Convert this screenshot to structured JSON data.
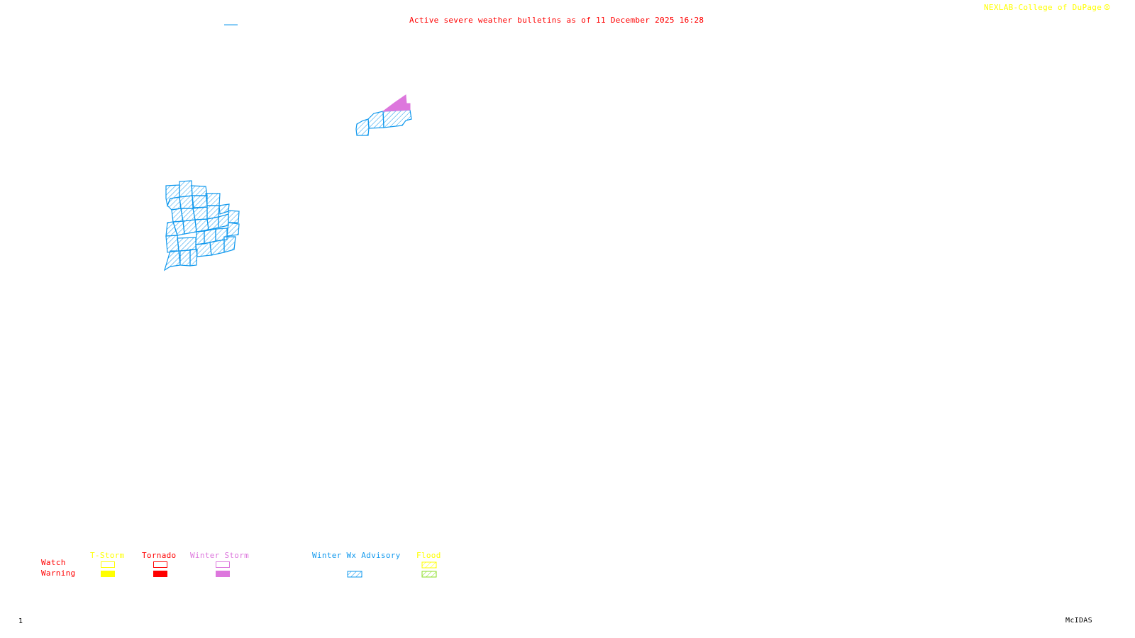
{
  "header": {
    "title": "Active severe weather bulletins as of 11 December 2025 16:28",
    "credit": "NEXLAB-College of DuPage",
    "credit_icon": "nexlab-logo-icon"
  },
  "footer": {
    "frame_number": "1",
    "software": "McIDAS"
  },
  "colors": {
    "title": "#ff0000",
    "credit": "#ffff00",
    "tstorm": "#ffff00",
    "tornado": "#ff0000",
    "winter_storm": "#dd77dd",
    "winter_wx_advisory": "#1199ee",
    "flood_watch": "#ffff00",
    "flood_warning": "#88dd22"
  },
  "map": {
    "regions": [
      {
        "name": "northern-group",
        "type": "Winter Wx Advisory"
      },
      {
        "name": "northern-group-tip",
        "type": "Winter Storm Warning"
      },
      {
        "name": "western-state-counties",
        "type": "Winter Wx Advisory"
      }
    ]
  },
  "legend": {
    "rows": [
      "Watch",
      "Warning"
    ],
    "categories": [
      {
        "label": "T-Storm",
        "watch": "outline",
        "warning": "solid"
      },
      {
        "label": "Tornado",
        "watch": "outline",
        "warning": "solid"
      },
      {
        "label": "Winter Storm",
        "watch": "outline",
        "warning": "solid"
      },
      {
        "label": "Winter Wx Advisory",
        "watch": "none",
        "warning": "hatched"
      },
      {
        "label": "Flood",
        "watch": "hatched",
        "warning": "hatched"
      }
    ]
  }
}
